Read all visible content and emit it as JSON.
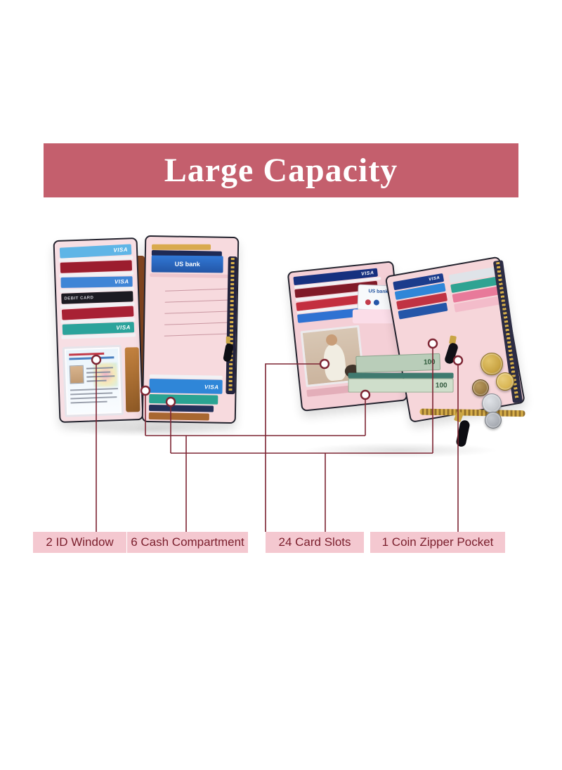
{
  "banner": {
    "title": "Large Capacity"
  },
  "features": [
    {
      "label": "2 ID Window"
    },
    {
      "label": "6 Cash Compartment"
    },
    {
      "label": "24 Card Slots"
    },
    {
      "label": "1 Coin Zipper Pocket"
    }
  ],
  "texts": {
    "visa": "VISA",
    "debit_card": "DEBIT CARD",
    "us_bank": "US bank",
    "bill_100": "100"
  },
  "colors": {
    "banner_bg": "#c45f6d",
    "banner_text": "#ffffff",
    "label_bg": "#f4c8d0",
    "label_text": "#7a1e2c",
    "callout_line": "#7d2533",
    "wallet_pink": "#f6d9de",
    "zipper_gold": "#d8b04a"
  }
}
